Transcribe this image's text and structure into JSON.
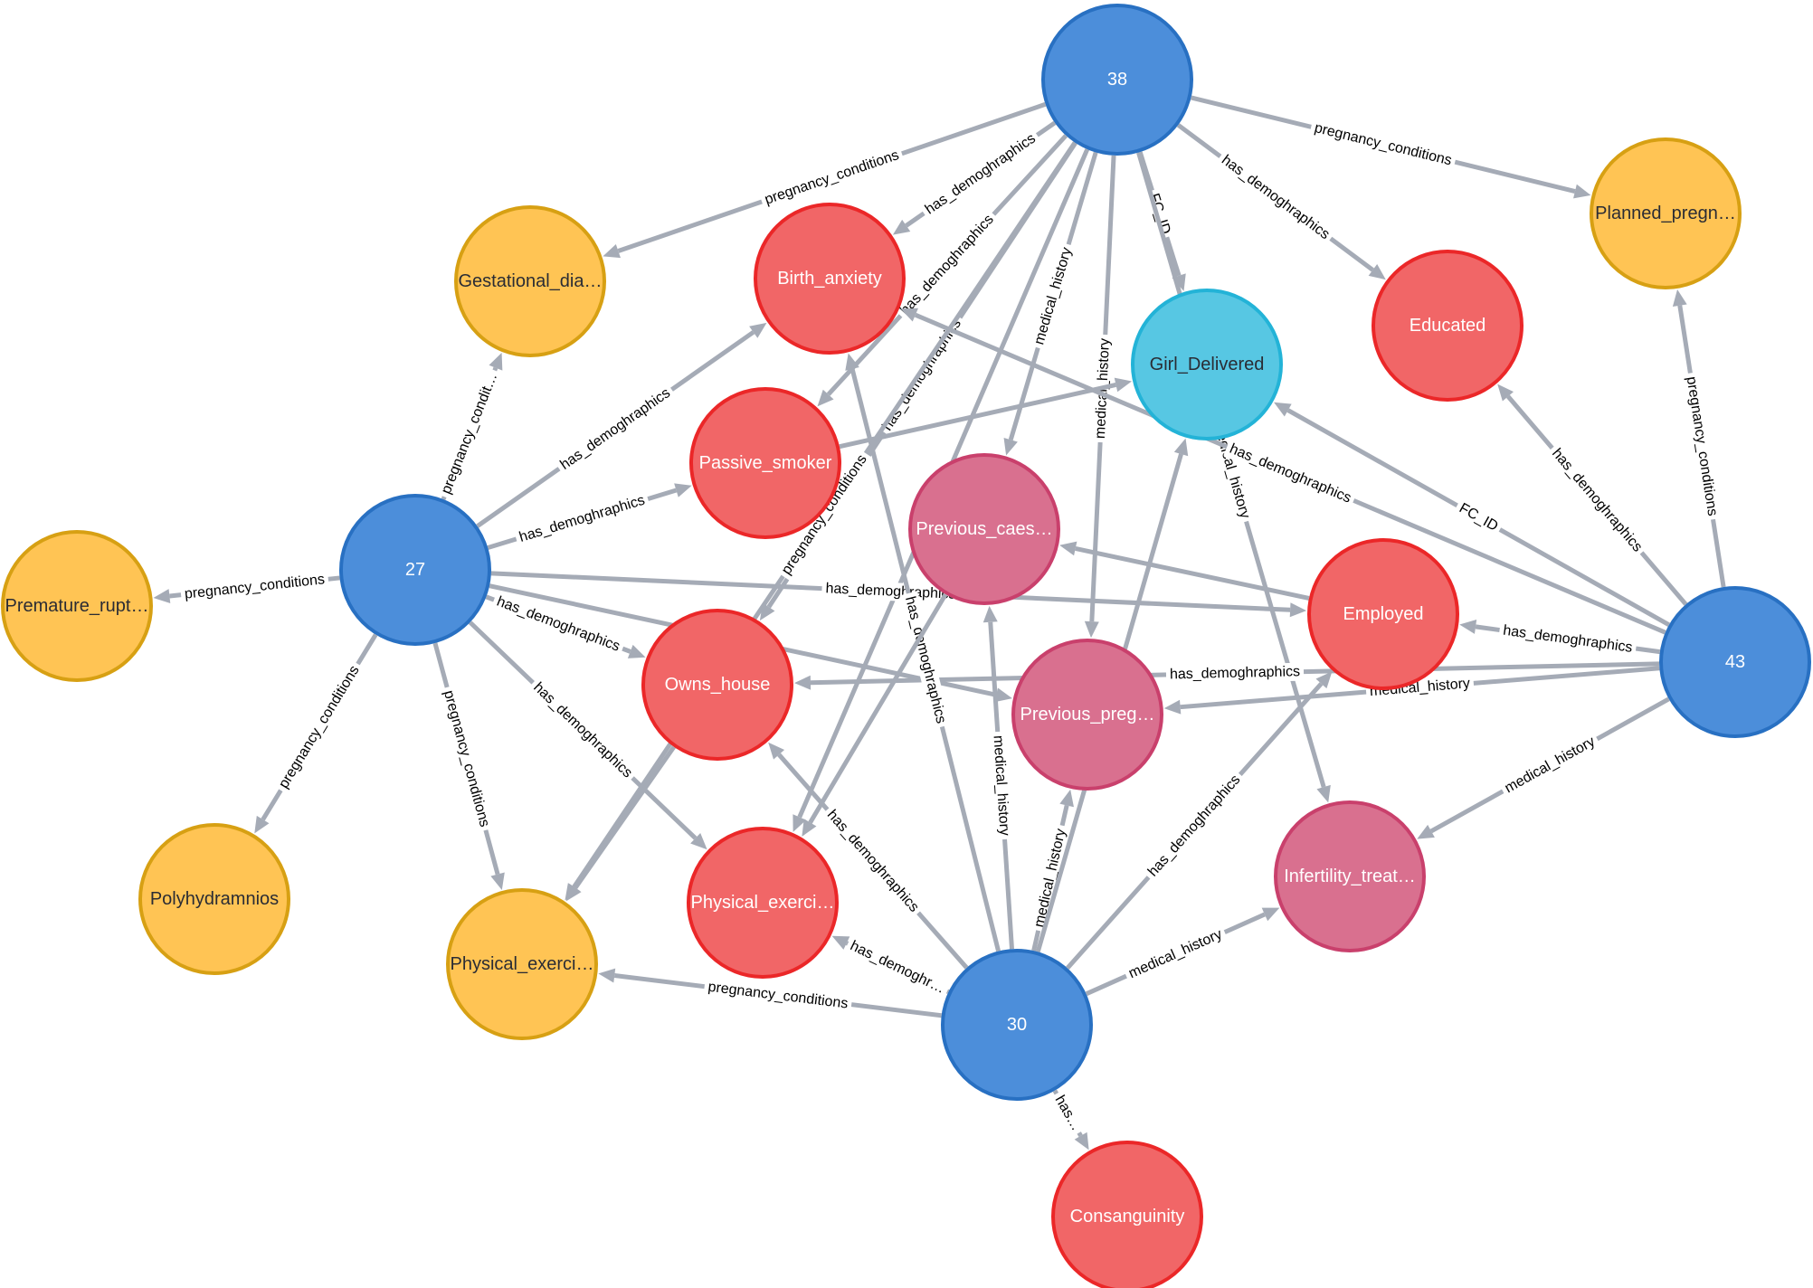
{
  "colors": {
    "blue": {
      "fill": "#4c8eda",
      "stroke": "#2870c2",
      "text": "#ffffff"
    },
    "teal": {
      "fill": "#57c7e3",
      "stroke": "#23b3d7",
      "text": "#2a2c34"
    },
    "yellow": {
      "fill": "#ffc454",
      "stroke": "#d7a013",
      "text": "#2a2c34"
    },
    "red": {
      "fill": "#f16667",
      "stroke": "#eb2728",
      "text": "#ffffff"
    },
    "pink": {
      "fill": "#d9708f",
      "stroke": "#c9406c",
      "text": "#ffffff"
    },
    "edge": "#a5abb6"
  },
  "nodes": [
    {
      "id": "n38",
      "label": "38",
      "color": "blue"
    },
    {
      "id": "n27",
      "label": "27",
      "color": "blue"
    },
    {
      "id": "n43",
      "label": "43",
      "color": "blue"
    },
    {
      "id": "n30",
      "label": "30",
      "color": "blue"
    },
    {
      "id": "girl",
      "label": "Girl_Delivered",
      "color": "teal"
    },
    {
      "id": "gest",
      "label": "Gestational_dia…",
      "color": "yellow"
    },
    {
      "id": "plan",
      "label": "Planned_pregn…",
      "color": "yellow"
    },
    {
      "id": "prem",
      "label": "Premature_rupt…",
      "color": "yellow"
    },
    {
      "id": "poly",
      "label": "Polyhydramnios",
      "color": "yellow"
    },
    {
      "id": "physY",
      "label": "Physical_exerci…",
      "color": "yellow"
    },
    {
      "id": "birth",
      "label": "Birth_anxiety",
      "color": "red"
    },
    {
      "id": "passive",
      "label": "Passive_smoker",
      "color": "red"
    },
    {
      "id": "educ",
      "label": "Educated",
      "color": "red"
    },
    {
      "id": "employed",
      "label": "Employed",
      "color": "red"
    },
    {
      "id": "owns",
      "label": "Owns_house",
      "color": "red"
    },
    {
      "id": "physR",
      "label": "Physical_exerci…",
      "color": "red"
    },
    {
      "id": "consang",
      "label": "Consanguinity",
      "color": "red"
    },
    {
      "id": "prevcaes",
      "label": "Previous_caes…",
      "color": "pink"
    },
    {
      "id": "prevpreg",
      "label": "Previous_preg…",
      "color": "pink"
    },
    {
      "id": "infert",
      "label": "Infertility_treat…",
      "color": "pink"
    }
  ],
  "edges": [
    {
      "from": "n38",
      "to": "gest",
      "label": "pregnancy_conditions"
    },
    {
      "from": "n38",
      "to": "birth",
      "label": "has_demoghraphics"
    },
    {
      "from": "n38",
      "to": "passive",
      "label": "has_demoghraphics"
    },
    {
      "from": "n38",
      "to": "owns",
      "label": "has_demoghraphics"
    },
    {
      "from": "n38",
      "to": "physY",
      "label": "pregnancy_conditions"
    },
    {
      "from": "n38",
      "to": "prevcaes",
      "label": "medical_history"
    },
    {
      "from": "n38",
      "to": "prevpreg",
      "label": "medical_history"
    },
    {
      "from": "n38",
      "to": "girl",
      "label": "FC_ID"
    },
    {
      "from": "n38",
      "to": "educ",
      "label": "has_demoghraphics"
    },
    {
      "from": "n38",
      "to": "plan",
      "label": "pregnancy_conditions"
    },
    {
      "from": "n38",
      "to": "infert",
      "label": "medical_history"
    },
    {
      "from": "n38",
      "to": "physR",
      "label": ""
    },
    {
      "from": "n27",
      "to": "gest",
      "label": "pregnancy_condit…"
    },
    {
      "from": "n27",
      "to": "birth",
      "label": "has_demoghraphics"
    },
    {
      "from": "n27",
      "to": "passive",
      "label": "has_demoghraphics"
    },
    {
      "from": "n27",
      "to": "prem",
      "label": "pregnancy_conditions"
    },
    {
      "from": "n27",
      "to": "poly",
      "label": "pregnancy_conditions"
    },
    {
      "from": "n27",
      "to": "physY",
      "label": "pregnancy_conditions"
    },
    {
      "from": "n27",
      "to": "owns",
      "label": "has_demoghraphics"
    },
    {
      "from": "n27",
      "to": "physR",
      "label": "has_demoghraphics"
    },
    {
      "from": "n27",
      "to": "employed",
      "label": "has_demoghraphics"
    },
    {
      "from": "n27",
      "to": "prevpreg",
      "label": ""
    },
    {
      "from": "n43",
      "to": "plan",
      "label": "pregnancy_conditions"
    },
    {
      "from": "n43",
      "to": "educ",
      "label": "has_demoghraphics"
    },
    {
      "from": "n43",
      "to": "girl",
      "label": "FC_ID"
    },
    {
      "from": "n43",
      "to": "birth",
      "label": "has_demoghraphics"
    },
    {
      "from": "n43",
      "to": "employed",
      "label": "has_demoghraphics"
    },
    {
      "from": "n43",
      "to": "owns",
      "label": "has_demoghraphics"
    },
    {
      "from": "n43",
      "to": "prevpreg",
      "label": "medical_history"
    },
    {
      "from": "n43",
      "to": "infert",
      "label": "medical_history"
    },
    {
      "from": "n30",
      "to": "physY",
      "label": "pregnancy_conditions"
    },
    {
      "from": "n30",
      "to": "physR",
      "label": "has_demoghr…"
    },
    {
      "from": "n30",
      "to": "owns",
      "label": "has_demoghraphics"
    },
    {
      "from": "n30",
      "to": "birth",
      "label": "has_demoghraphics"
    },
    {
      "from": "n30",
      "to": "prevcaes",
      "label": "medical_history"
    },
    {
      "from": "n30",
      "to": "prevpreg",
      "label": "medical_history"
    },
    {
      "from": "n30",
      "to": "girl",
      "label": ""
    },
    {
      "from": "n30",
      "to": "employed",
      "label": "has_demoghraphics"
    },
    {
      "from": "n30",
      "to": "infert",
      "label": "medical_history"
    },
    {
      "from": "n30",
      "to": "consang",
      "label": "has…"
    },
    {
      "from": "employed",
      "to": "prevcaes",
      "label": ""
    },
    {
      "from": "passive",
      "to": "girl",
      "label": ""
    },
    {
      "from": "owns",
      "to": "physY",
      "label": ""
    },
    {
      "from": "prevcaes",
      "to": "physR",
      "label": ""
    }
  ]
}
